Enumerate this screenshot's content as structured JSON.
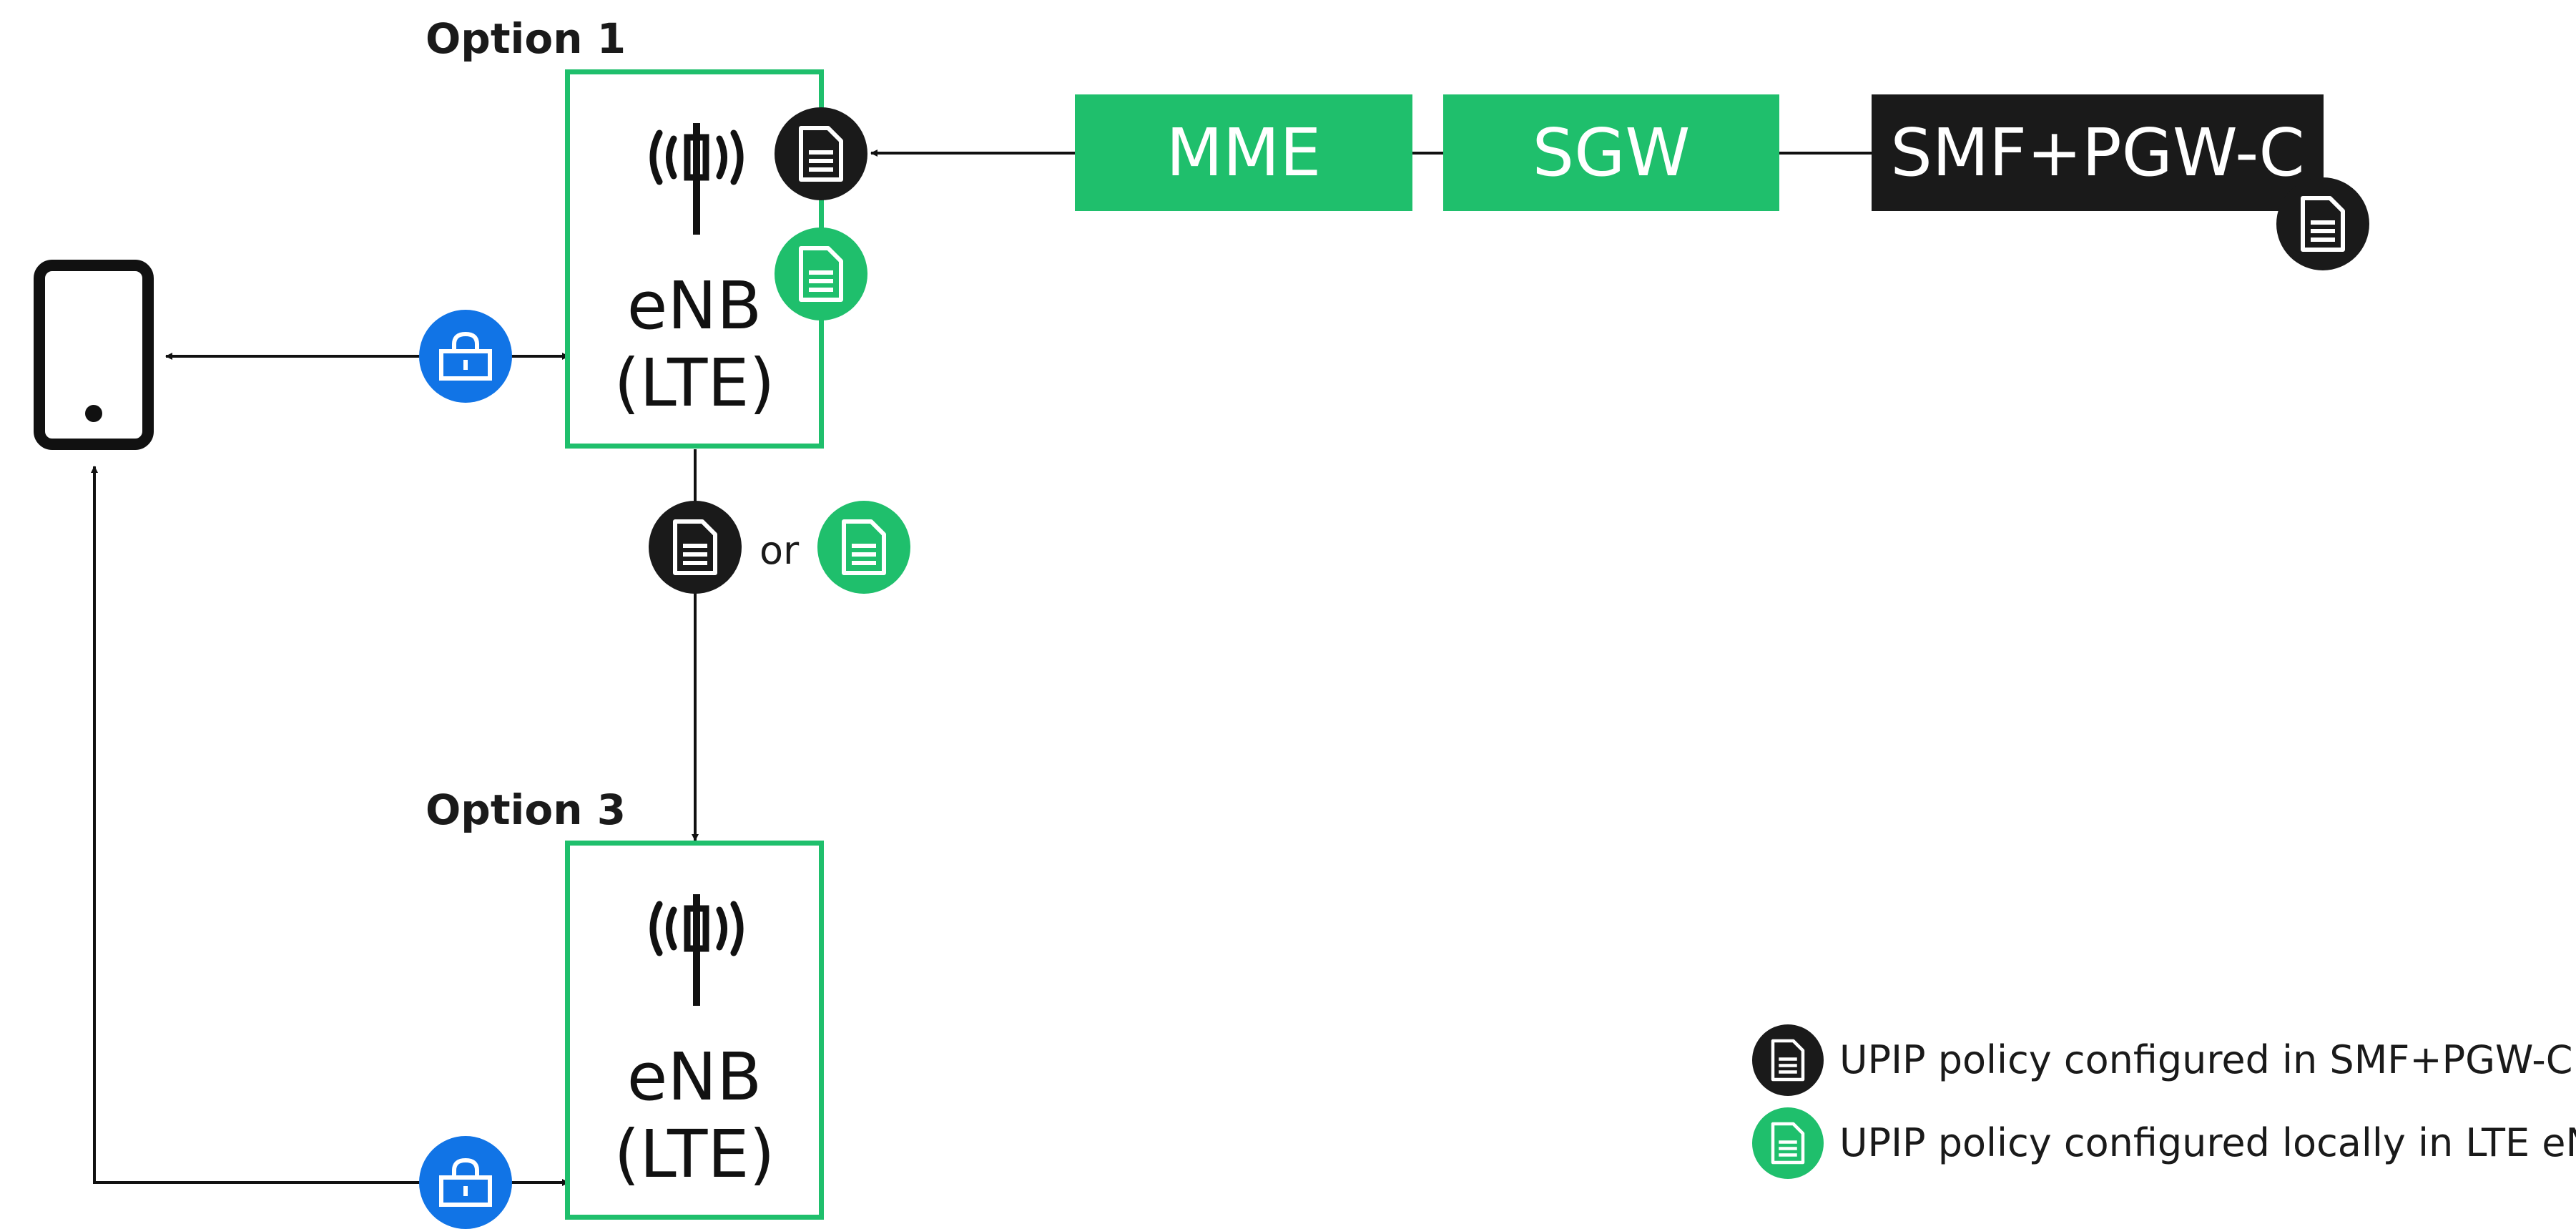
{
  "options": {
    "option1": "Option 1",
    "option3": "Option 3"
  },
  "enb": {
    "line1": "eNB",
    "line2": "(LTE)"
  },
  "core_nodes": {
    "mme": "MME",
    "sgw": "SGW",
    "smf_pgw": "SMF+PGW-C"
  },
  "or_label": "or",
  "legend": {
    "black": "UPIP policy configured in SMF+PGW-C",
    "green": "UPIP policy configured locally in LTE eNB"
  },
  "colors": {
    "green": "#1fbf6c",
    "black": "#1a1a1a",
    "blue": "#1174e6",
    "line": "#111111"
  },
  "icons": {
    "device": "smartphone-icon",
    "antenna": "antenna-icon",
    "policy": "document-icon",
    "security": "lock-icon"
  }
}
